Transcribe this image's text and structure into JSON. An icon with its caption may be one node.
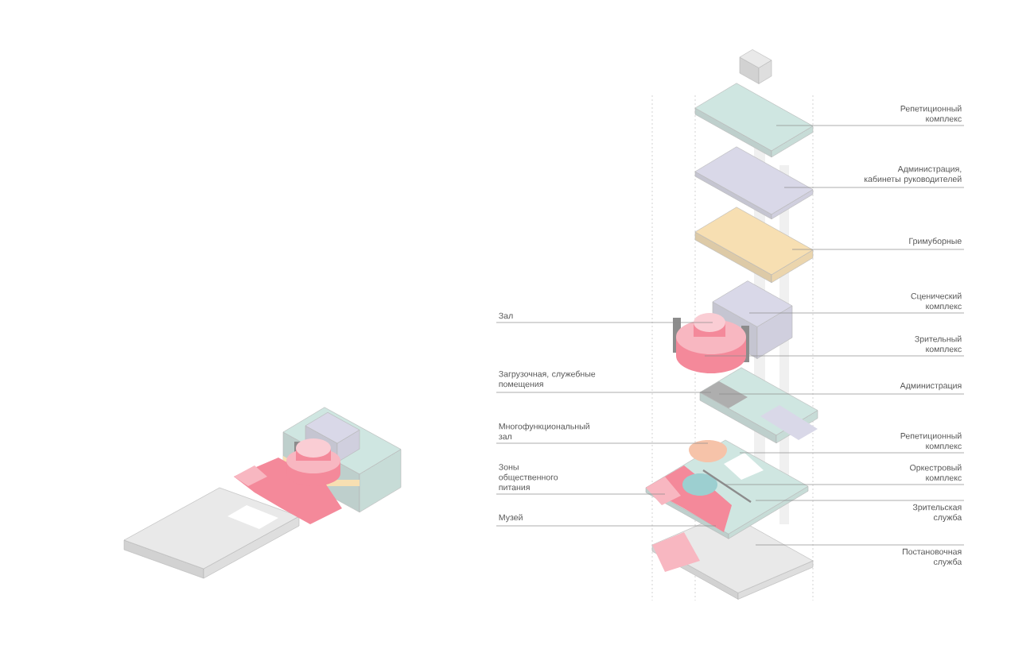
{
  "diagram": {
    "nodes": [
      {
        "text": [
          "Репетиционный комплекс"
        ]
      },
      {
        "text": [
          "Администрация, кабинеты руководителей"
        ]
      },
      {
        "text": [
          "Гримуборные"
        ]
      },
      {
        "text": [
          "Сценический комплекс"
        ]
      },
      {
        "text": [
          "Зал"
        ]
      },
      {
        "text": [
          "Зрительный комплекс"
        ]
      },
      {
        "text": [
          "Загрузочная, служебные помещения"
        ]
      },
      {
        "text": [
          "Администрация"
        ]
      },
      {
        "text": [
          "Многофункциональный зал"
        ]
      },
      {
        "text": [
          "Репетиционный комплекс"
        ]
      },
      {
        "text": [
          "Оркестровый комплекс"
        ]
      },
      {
        "text": [
          "Зоны общественного питания"
        ]
      },
      {
        "text": [
          "Зрительская служба"
        ]
      },
      {
        "text": [
          "Музей"
        ]
      },
      {
        "text": [
          "Постановочная служба"
        ]
      }
    ],
    "edges": [
      {
        "from": 0,
        "to": null,
        "arrow": "none"
      },
      {
        "from": 1,
        "to": null,
        "arrow": "none"
      },
      {
        "from": 2,
        "to": null,
        "arrow": "none"
      },
      {
        "from": 3,
        "to": null,
        "arrow": "none"
      },
      {
        "from": 4,
        "to": null,
        "arrow": "none"
      },
      {
        "from": 5,
        "to": null,
        "arrow": "none"
      },
      {
        "from": 6,
        "to": null,
        "arrow": "none"
      },
      {
        "from": 7,
        "to": null,
        "arrow": "none"
      },
      {
        "from": 8,
        "to": null,
        "arrow": "none"
      },
      {
        "from": 9,
        "to": null,
        "arrow": "none"
      },
      {
        "from": 10,
        "to": null,
        "arrow": "none"
      },
      {
        "from": 11,
        "to": null,
        "arrow": "none"
      },
      {
        "from": 12,
        "to": null,
        "arrow": "none"
      },
      {
        "from": 13,
        "to": null,
        "arrow": "none"
      },
      {
        "from": 14,
        "to": null,
        "arrow": "none"
      }
    ]
  }
}
